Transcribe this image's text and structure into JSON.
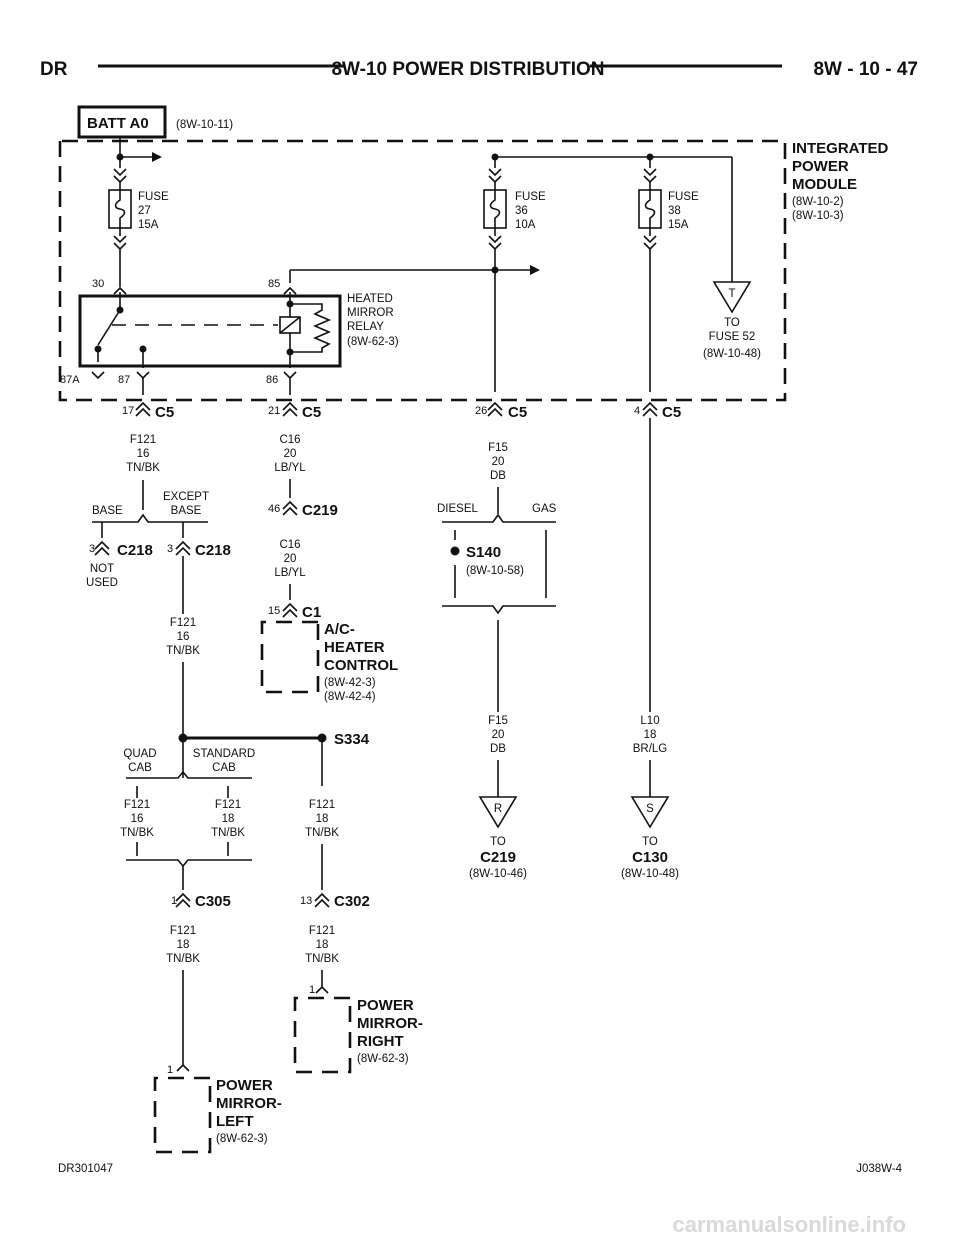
{
  "header": {
    "left": "DR",
    "title": "8W-10 POWER DISTRIBUTION",
    "page": "8W - 10 - 47"
  },
  "footer": {
    "left": "DR301047",
    "right": "J038W-4"
  },
  "watermark": "carmanualsonline.info",
  "batt": {
    "label": "BATT A0",
    "ref": "(8W-10-11)"
  },
  "ipm": {
    "line1": "INTEGRATED",
    "line2": "POWER",
    "line3": "MODULE",
    "ref1": "(8W-10-2)",
    "ref2": "(8W-10-3)"
  },
  "fuses": [
    {
      "name": "FUSE",
      "num": "27",
      "amp": "15A"
    },
    {
      "name": "FUSE",
      "num": "36",
      "amp": "10A"
    },
    {
      "name": "FUSE",
      "num": "38",
      "amp": "15A"
    }
  ],
  "relay": {
    "line1": "HEATED",
    "line2": "MIRROR",
    "line3": "RELAY",
    "ref": "(8W-62-3)",
    "pin30": "30",
    "pin85": "85",
    "pin87a": "87A",
    "pin87": "87",
    "pin86": "86"
  },
  "to_fuse52": {
    "letter": "T",
    "to": "TO",
    "name": "FUSE 52",
    "ref": "(8W-10-48)"
  },
  "c5": {
    "name": "C5",
    "pins": [
      "17",
      "21",
      "26",
      "4"
    ]
  },
  "wires": {
    "f121_16_a": {
      "circuit": "F121",
      "gauge": "16",
      "color": "TN/BK"
    },
    "c16_a": {
      "circuit": "C16",
      "gauge": "20",
      "color": "LB/YL"
    },
    "c16_b": {
      "circuit": "C16",
      "gauge": "20",
      "color": "LB/YL"
    },
    "f15_a": {
      "circuit": "F15",
      "gauge": "20",
      "color": "DB"
    },
    "f15_b": {
      "circuit": "F15",
      "gauge": "20",
      "color": "DB"
    },
    "l10": {
      "circuit": "L10",
      "gauge": "18",
      "color": "BR/LG"
    },
    "f121_16_b": {
      "circuit": "F121",
      "gauge": "16",
      "color": "TN/BK"
    },
    "f121_16_quad": {
      "circuit": "F121",
      "gauge": "16",
      "color": "TN/BK"
    },
    "f121_18_std": {
      "circuit": "F121",
      "gauge": "18",
      "color": "TN/BK"
    },
    "f121_18_s334": {
      "circuit": "F121",
      "gauge": "18",
      "color": "TN/BK"
    },
    "f121_18_c305": {
      "circuit": "F121",
      "gauge": "18",
      "color": "TN/BK"
    },
    "f121_18_c302": {
      "circuit": "F121",
      "gauge": "18",
      "color": "TN/BK"
    }
  },
  "options": {
    "base": "BASE",
    "except1": "EXCEPT",
    "except2": "BASE",
    "diesel": "DIESEL",
    "gas": "GAS",
    "quad1": "QUAD",
    "quad2": "CAB",
    "std1": "STANDARD",
    "std2": "CAB"
  },
  "connectors": {
    "c219": {
      "name": "C219",
      "pin": "46"
    },
    "c218_a": {
      "name": "C218",
      "pin": "3",
      "note1": "NOT",
      "note2": "USED"
    },
    "c218_b": {
      "name": "C218",
      "pin": "3"
    },
    "c1": {
      "name": "C1",
      "pin": "15"
    },
    "c305": {
      "name": "C305",
      "pin": "1"
    },
    "c302": {
      "name": "C302",
      "pin": "13"
    },
    "pm_right_pin": "1",
    "pm_left_pin": "1"
  },
  "splices": {
    "s140": {
      "name": "S140",
      "ref": "(8W-10-58)"
    },
    "s334": {
      "name": "S334"
    }
  },
  "modules": {
    "ac": {
      "line1": "A/C-",
      "line2": "HEATER",
      "line3": "CONTROL",
      "ref1": "(8W-42-3)",
      "ref2": "(8W-42-4)"
    },
    "pm_right": {
      "line1": "POWER",
      "line2": "MIRROR-",
      "line3": "RIGHT",
      "ref": "(8W-62-3)"
    },
    "pm_left": {
      "line1": "POWER",
      "line2": "MIRROR-",
      "line3": "LEFT",
      "ref": "(8W-62-3)"
    }
  },
  "to_c219": {
    "letter": "R",
    "to": "TO",
    "name": "C219",
    "ref": "(8W-10-46)"
  },
  "to_c130": {
    "letter": "S",
    "to": "TO",
    "name": "C130",
    "ref": "(8W-10-48)"
  }
}
